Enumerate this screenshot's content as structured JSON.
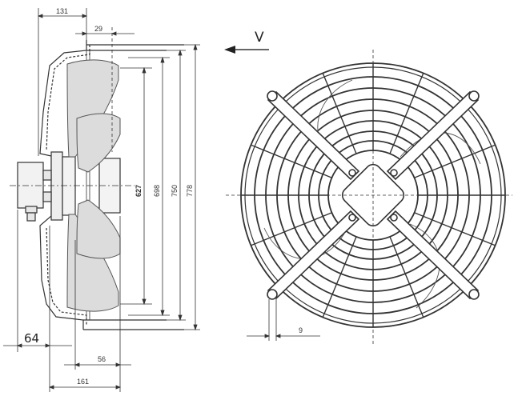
{
  "dimensions": {
    "d131": "131",
    "d29": "29",
    "d627": "627",
    "d698": "698",
    "d750": "750",
    "d778": "778",
    "d64": "64",
    "d56": "56",
    "d161": "161",
    "d9": "9"
  },
  "airflow": {
    "label": "V"
  },
  "colors": {
    "line": "#333333",
    "fill": "#d9d9d9"
  }
}
